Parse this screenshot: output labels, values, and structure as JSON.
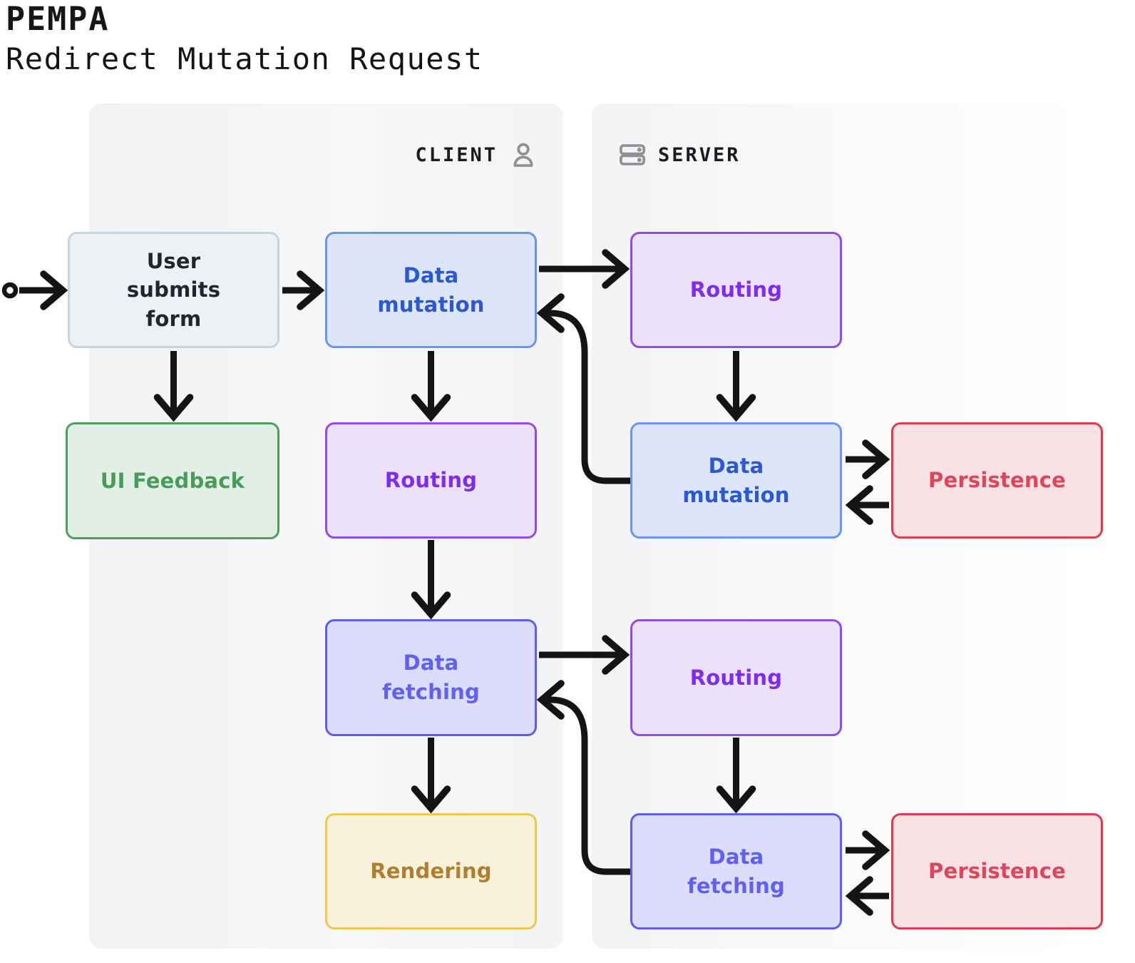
{
  "header": {
    "title": "PEMPA",
    "subtitle": "Redirect Mutation Request"
  },
  "panels": {
    "client": {
      "label": "CLIENT",
      "icon": "user-icon"
    },
    "server": {
      "label": "SERVER",
      "icon": "server-icon"
    }
  },
  "nodes": {
    "user_form": {
      "label": "User\nsubmits\nform",
      "variant": "gray"
    },
    "client_data_mutation": {
      "label": "Data\nmutation",
      "variant": "blue"
    },
    "server_routing_top": {
      "label": "Routing",
      "variant": "purple"
    },
    "ui_feedback": {
      "label": "UI Feedback",
      "variant": "green"
    },
    "client_routing": {
      "label": "Routing",
      "variant": "purple"
    },
    "server_data_mutation": {
      "label": "Data\nmutation",
      "variant": "blue"
    },
    "persistence_top": {
      "label": "Persistence",
      "variant": "red"
    },
    "client_data_fetching": {
      "label": "Data\nfetching",
      "variant": "indigo"
    },
    "server_routing_bottom": {
      "label": "Routing",
      "variant": "purple"
    },
    "rendering": {
      "label": "Rendering",
      "variant": "yellow"
    },
    "server_data_fetching": {
      "label": "Data\nfetching",
      "variant": "indigo"
    },
    "persistence_bottom": {
      "label": "Persistence",
      "variant": "red"
    }
  },
  "edges": [
    {
      "from": "start",
      "to": "user_form"
    },
    {
      "from": "user_form",
      "to": "client_data_mutation"
    },
    {
      "from": "user_form",
      "to": "ui_feedback"
    },
    {
      "from": "client_data_mutation",
      "to": "server_routing_top"
    },
    {
      "from": "client_data_mutation",
      "to": "client_routing"
    },
    {
      "from": "server_routing_top",
      "to": "server_data_mutation"
    },
    {
      "from": "server_data_mutation",
      "to": "persistence_top"
    },
    {
      "from": "persistence_top",
      "to": "server_data_mutation"
    },
    {
      "from": "server_data_mutation",
      "to": "client_data_mutation"
    },
    {
      "from": "client_routing",
      "to": "client_data_fetching"
    },
    {
      "from": "client_data_fetching",
      "to": "server_routing_bottom"
    },
    {
      "from": "server_routing_bottom",
      "to": "server_data_fetching"
    },
    {
      "from": "server_data_fetching",
      "to": "persistence_bottom"
    },
    {
      "from": "persistence_bottom",
      "to": "server_data_fetching"
    },
    {
      "from": "server_data_fetching",
      "to": "client_data_fetching"
    },
    {
      "from": "client_data_fetching",
      "to": "rendering"
    }
  ],
  "style": {
    "arrow_color": "#141414",
    "header_icon_color": "#8e9094",
    "node_colors": {
      "gray": {
        "bg": "#eef1f4",
        "border": "#c9d3de",
        "text": "#20262e"
      },
      "blue": {
        "bg": "#dde6f9",
        "border": "#6b93ef",
        "text": "#2c58d2"
      },
      "purple": {
        "bg": "#ebe1f9",
        "border": "#8f4ce9",
        "text": "#7c2ded"
      },
      "indigo": {
        "bg": "#dcddfb",
        "border": "#5d5df1",
        "text": "#6060f5"
      },
      "green": {
        "bg": "#e2efe4",
        "border": "#4e9f5f",
        "text": "#4a9a5c"
      },
      "red": {
        "bg": "#f9e2e5",
        "border": "#e03a4f",
        "text": "#e04459"
      },
      "yellow": {
        "bg": "#f8f1db",
        "border": "#eec94e",
        "text": "#b17e2f"
      }
    }
  }
}
